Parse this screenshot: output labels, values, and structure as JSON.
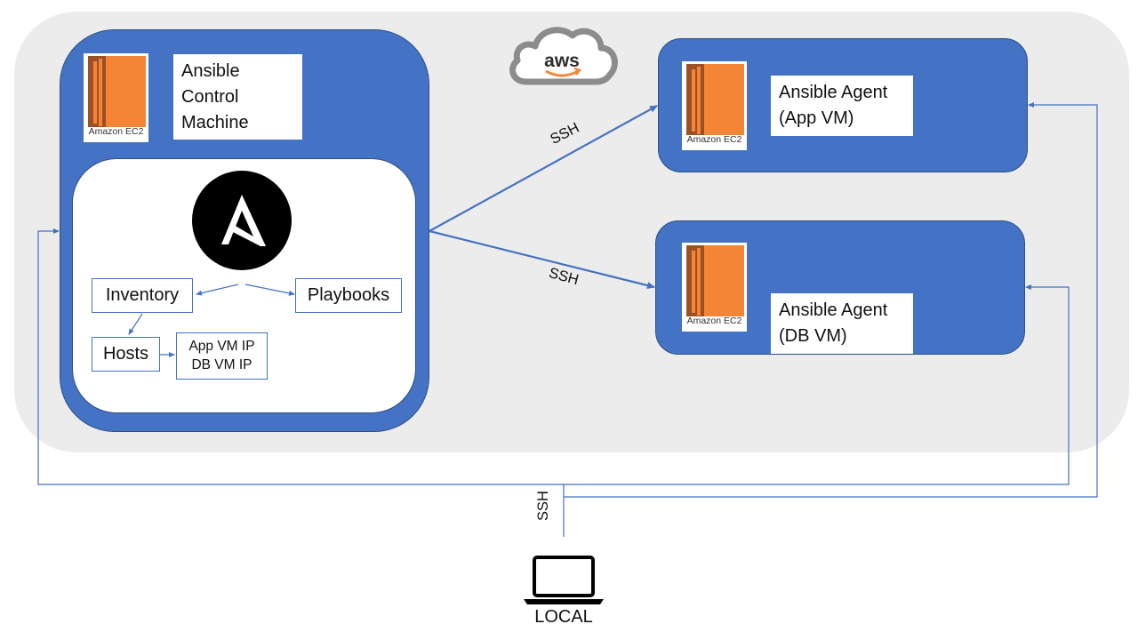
{
  "cloud": {
    "icon_name": "aws-cloud-icon",
    "logo_text": "aws"
  },
  "ec2_label": "Amazon EC2",
  "control_machine": {
    "title_lines": [
      "Ansible",
      "Control",
      "Machine"
    ],
    "logo_name": "ansible-logo-icon",
    "inventory": "Inventory",
    "playbooks": "Playbooks",
    "hosts": "Hosts",
    "host_ips": [
      "App VM IP",
      "DB VM IP"
    ]
  },
  "agents": {
    "app": {
      "lines": [
        "Ansible Agent",
        "(App VM)"
      ]
    },
    "db": {
      "lines": [
        "Ansible Agent",
        "(DB VM)"
      ]
    }
  },
  "connections": {
    "ssh_label": "SSH"
  },
  "local": {
    "label": "LOCAL",
    "icon_name": "laptop-icon"
  },
  "colors": {
    "blue_panel": "#4472c4",
    "panel_border": "#2f4f86",
    "cloud_bg": "#ececec",
    "ec2_orange": "#f58536",
    "ec2_dark": "#9d5025",
    "connector": "#4472c4"
  }
}
